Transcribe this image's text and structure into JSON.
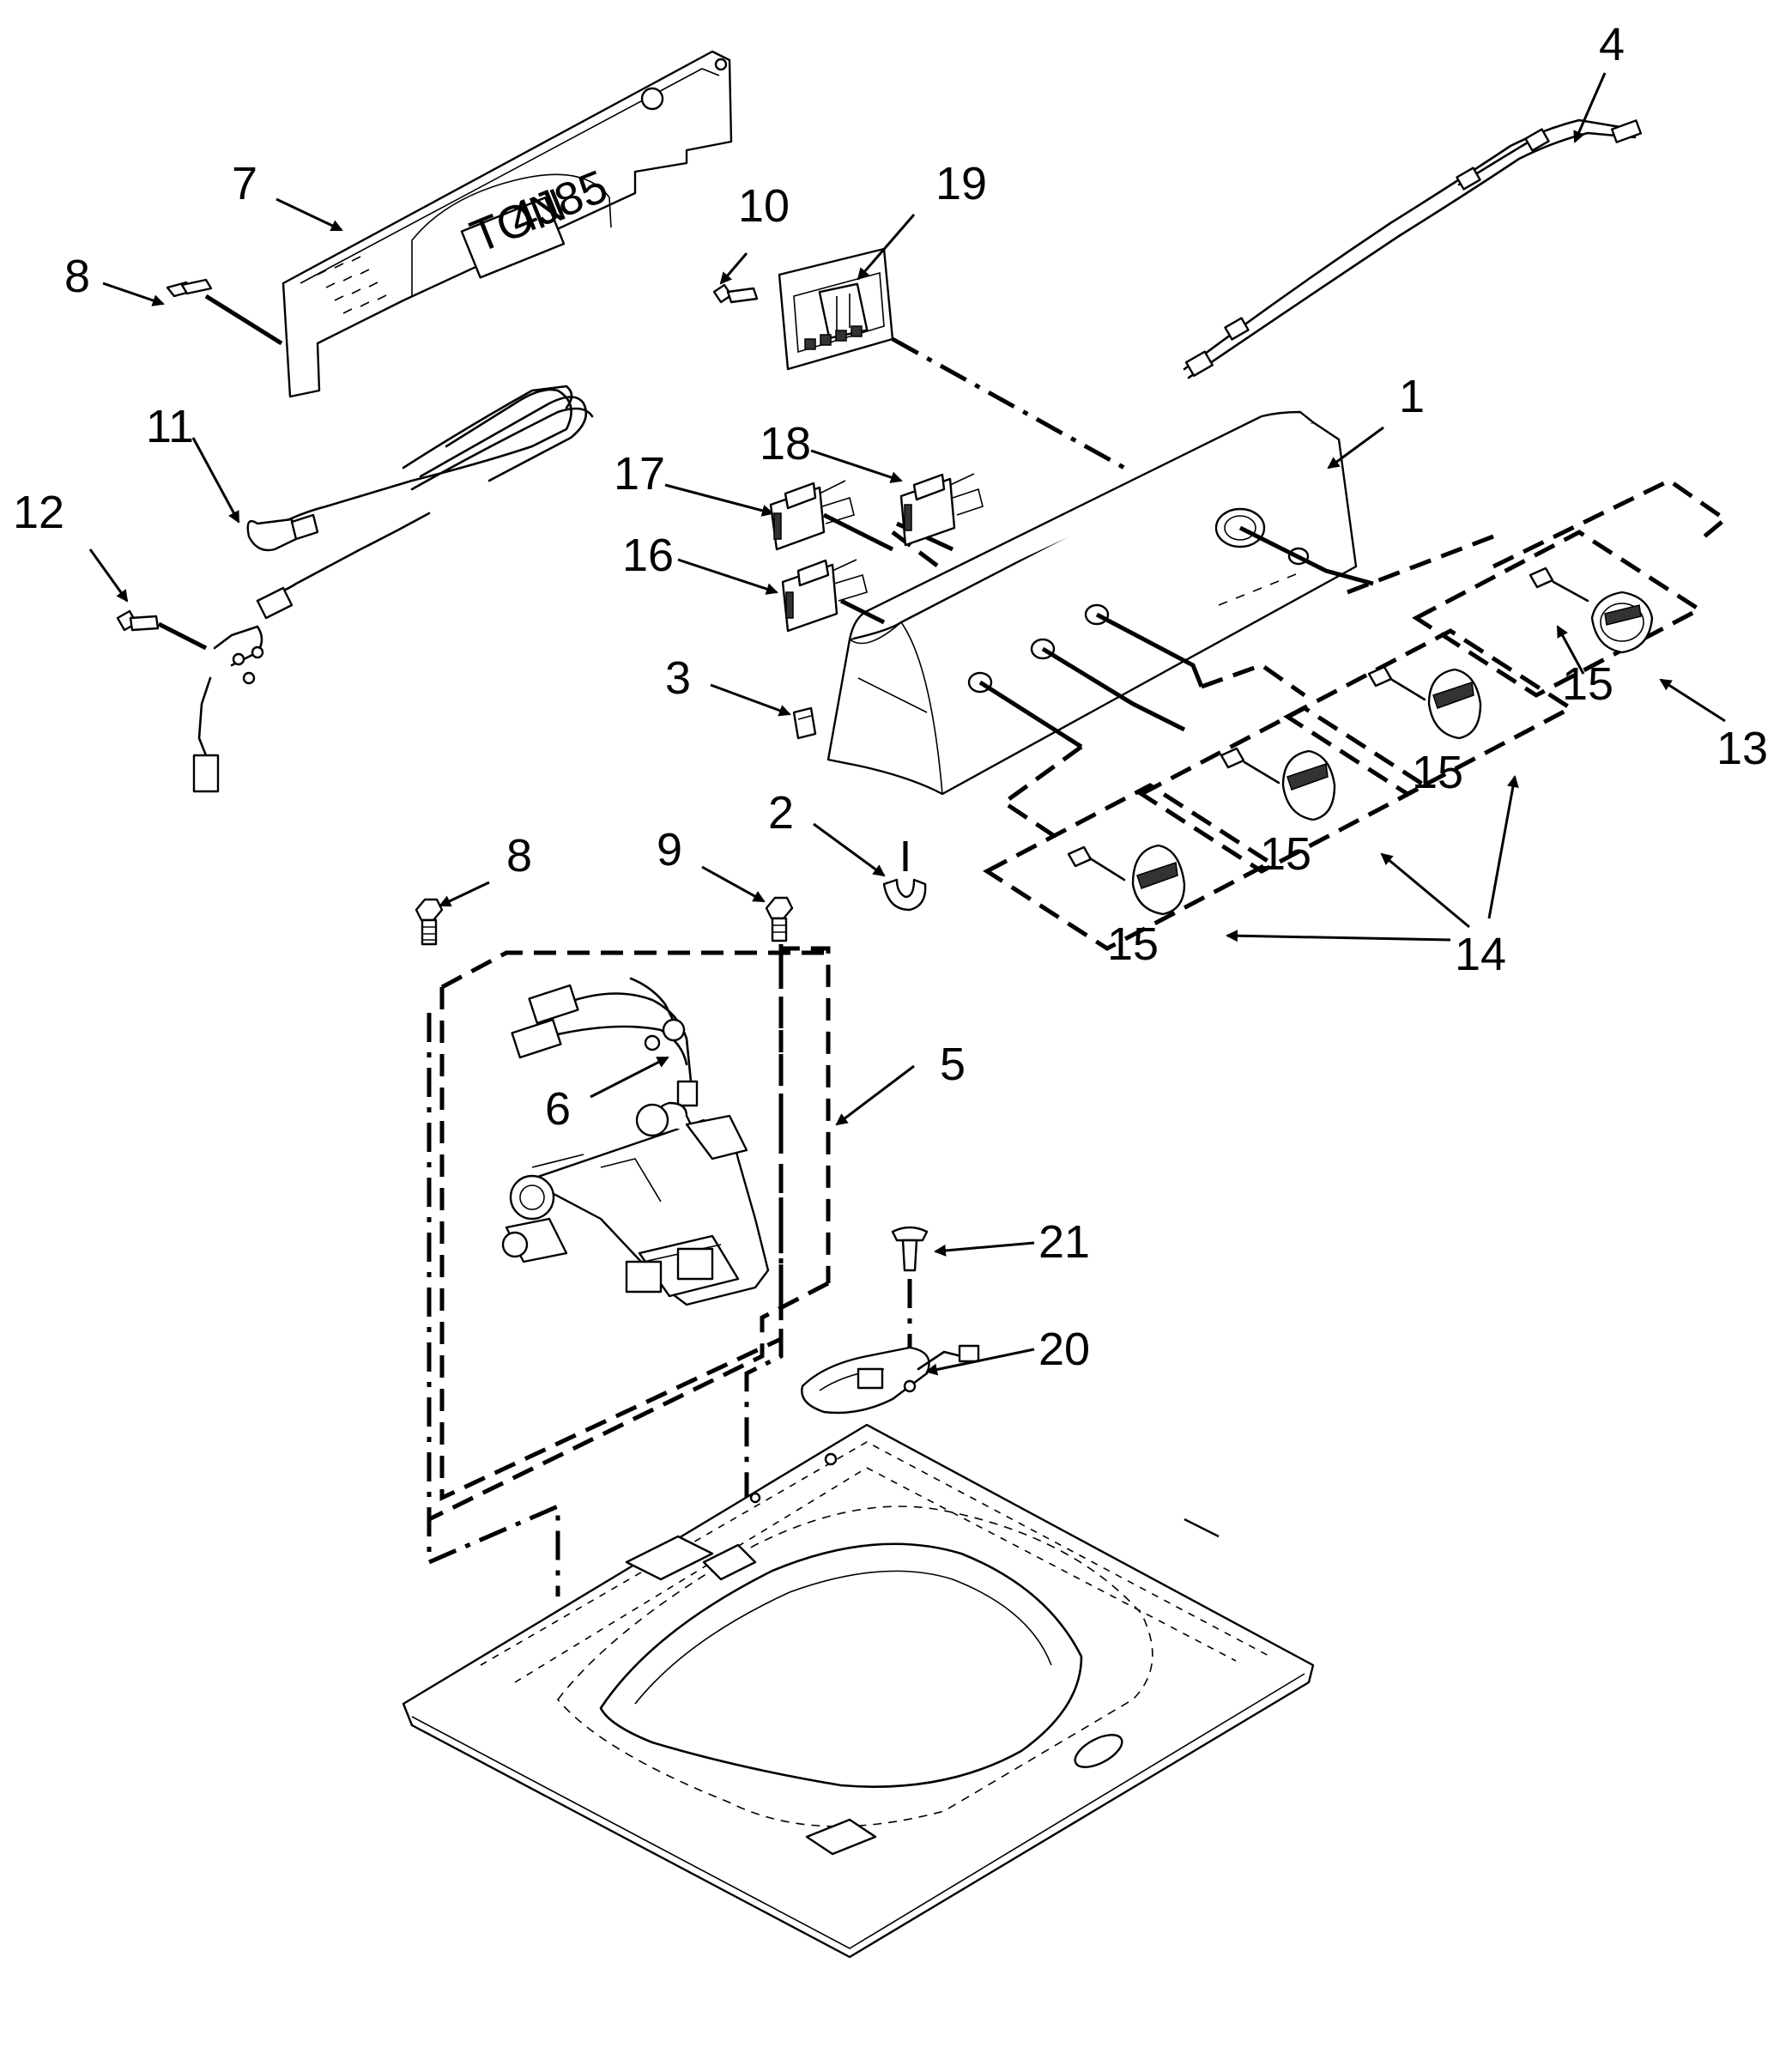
{
  "labels": {
    "p1": "1",
    "p2": "2",
    "p3": "3",
    "p4": "4",
    "p5": "5",
    "p6": "6",
    "p7": "7",
    "p8a": "8",
    "p8b": "8",
    "p9": "9",
    "p10": "10",
    "p11": "11",
    "p12": "12",
    "p13": "13",
    "p14": "14",
    "p15a": "15",
    "p15b": "15",
    "p15c": "15",
    "p15d": "15",
    "p16": "16",
    "p17": "17",
    "p18": "18",
    "p19": "19",
    "p20": "20",
    "p21": "21"
  },
  "panel_text": {
    "left": "TON",
    "right": "4J85"
  }
}
